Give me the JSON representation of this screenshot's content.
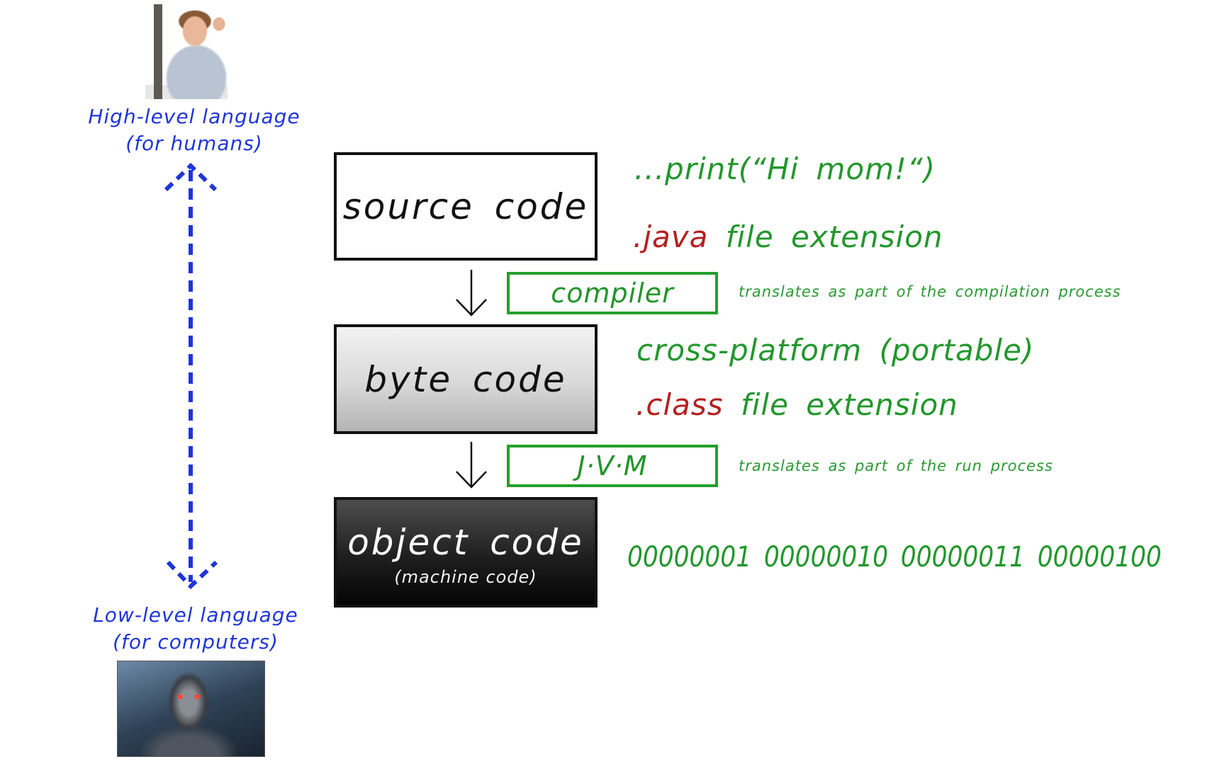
{
  "left_panel": {
    "top_image": {
      "icon": "excited-kid-at-laptop-photo"
    },
    "high_level": {
      "line1": "High-level language",
      "line2": "(for humans)"
    },
    "axis_arrow": {
      "icon": "double-headed-dashed-arrow",
      "color": "#1f35d8"
    },
    "low_level": {
      "line1": "Low-level language",
      "line2": "(for computers)"
    },
    "bottom_image": {
      "icon": "terminator-robot-photo"
    }
  },
  "stages": [
    {
      "title": "source code",
      "notes": [
        {
          "segments": [
            {
              "text": "...print(“Hi mom!“)",
              "color": "green"
            }
          ]
        },
        {
          "segments": [
            {
              "text": ".java",
              "color": "red"
            },
            {
              "text": " file extension",
              "color": "green"
            }
          ]
        }
      ]
    },
    {
      "title": "byte code",
      "notes": [
        {
          "segments": [
            {
              "text": "cross-platform (portable)",
              "color": "green"
            }
          ]
        },
        {
          "segments": [
            {
              "text": ".class",
              "color": "red"
            },
            {
              "text": " file extension",
              "color": "green"
            }
          ]
        }
      ]
    },
    {
      "title": "object code",
      "subtitle": "(machine code)",
      "notes": [
        {
          "segments": [
            {
              "text": "00000001 00000010 00000011 00000100",
              "color": "green"
            }
          ]
        }
      ]
    }
  ],
  "processes": [
    {
      "label": "compiler",
      "note": "translates as part of the compilation process",
      "icon": "down-arrow"
    },
    {
      "label": "J·V·M",
      "note": "translates as part of the run process",
      "icon": "down-arrow"
    }
  ],
  "colors": {
    "green": "#22972c",
    "red": "#b51f1f",
    "blue": "#1f35d8",
    "box_border": "#111111"
  }
}
